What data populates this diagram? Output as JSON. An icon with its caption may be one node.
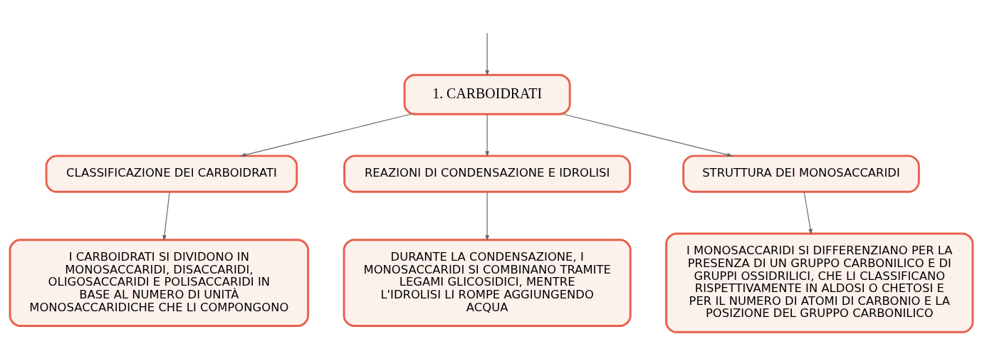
{
  "diagram": {
    "nodes": [
      {
        "text": [
          "1. CARBOIDRATI"
        ]
      },
      {
        "text": [
          "CLASSIFICAZIONE DEI CARBOIDRATI"
        ]
      },
      {
        "text": [
          "REAZIONI DI CONDENSAZIONE E IDROLISI"
        ]
      },
      {
        "text": [
          "STRUTTURA DEI MONOSACCARIDI"
        ]
      },
      {
        "text": [
          "I CARBOIDRATI SI DIVIDONO IN MONOSACCARIDI, DISACCARIDI, OLIGOSACCARIDI E POLISACCARIDI IN BASE AL NUMERO DI UNITÀ MONOSACCARIDICHE CHE LI COMPONGONO"
        ]
      },
      {
        "text": [
          "DURANTE LA CONDENSAZIONE, I MONOSACCARIDI SI COMBINANO TRAMITE LEGAMI GLICOSIDICI, MENTRE L'IDROLISI LI ROMPE AGGIUNGENDO ACQUA"
        ]
      },
      {
        "text": [
          "I MONOSACCARIDI SI DIFFERENZIANO PER LA PRESENZA DI UN GRUPPO CARBONILICO E DI GRUPPI OSSIDRILICI, CHE LI CLASSIFICANO RISPETTIVAMENTE IN ALDOSI O CHETOSI E PER IL NUMERO DI ATOMI DI CARBONIO E LA POSIZIONE DEL GRUPPO CARBONILICO"
        ]
      }
    ],
    "edges": [
      {
        "from": null,
        "to": 0,
        "arrow": "to"
      },
      {
        "from": 0,
        "to": 1,
        "arrow": "to"
      },
      {
        "from": 0,
        "to": 2,
        "arrow": "to"
      },
      {
        "from": 0,
        "to": 3,
        "arrow": "to"
      },
      {
        "from": 1,
        "to": 4,
        "arrow": "to"
      },
      {
        "from": 2,
        "to": 5,
        "arrow": "to"
      },
      {
        "from": 3,
        "to": 6,
        "arrow": "to"
      }
    ]
  }
}
